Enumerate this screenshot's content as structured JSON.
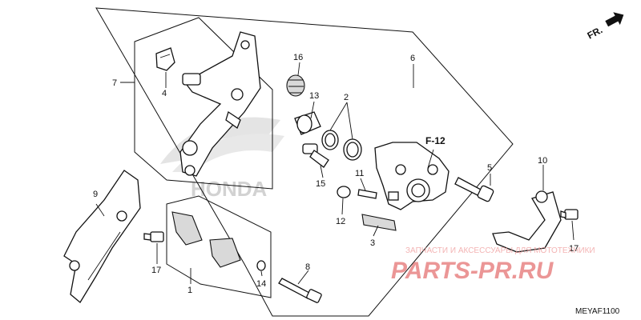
{
  "labels": {
    "p1": "1",
    "p2": "2",
    "p3": "3",
    "p4": "4",
    "p5": "5",
    "p6": "6",
    "p7": "7",
    "p8": "8",
    "p9": "9",
    "p10": "10",
    "p11": "11",
    "p12": "12",
    "p13": "13",
    "p14": "14",
    "p15": "15",
    "p16": "16",
    "p17a": "17",
    "p17b": "17"
  },
  "reference": "F-12",
  "direction": "FR.",
  "diagram_code": "MEYAF1100",
  "watermark": {
    "top": "ЗАПЧАСТИ И АКСЕССУАРЫ ДЛЯ МОТОТЕХНИКИ",
    "main": "PARTS-PR.RU",
    "color": "#e57373"
  },
  "ghost_logo": "HONDA"
}
